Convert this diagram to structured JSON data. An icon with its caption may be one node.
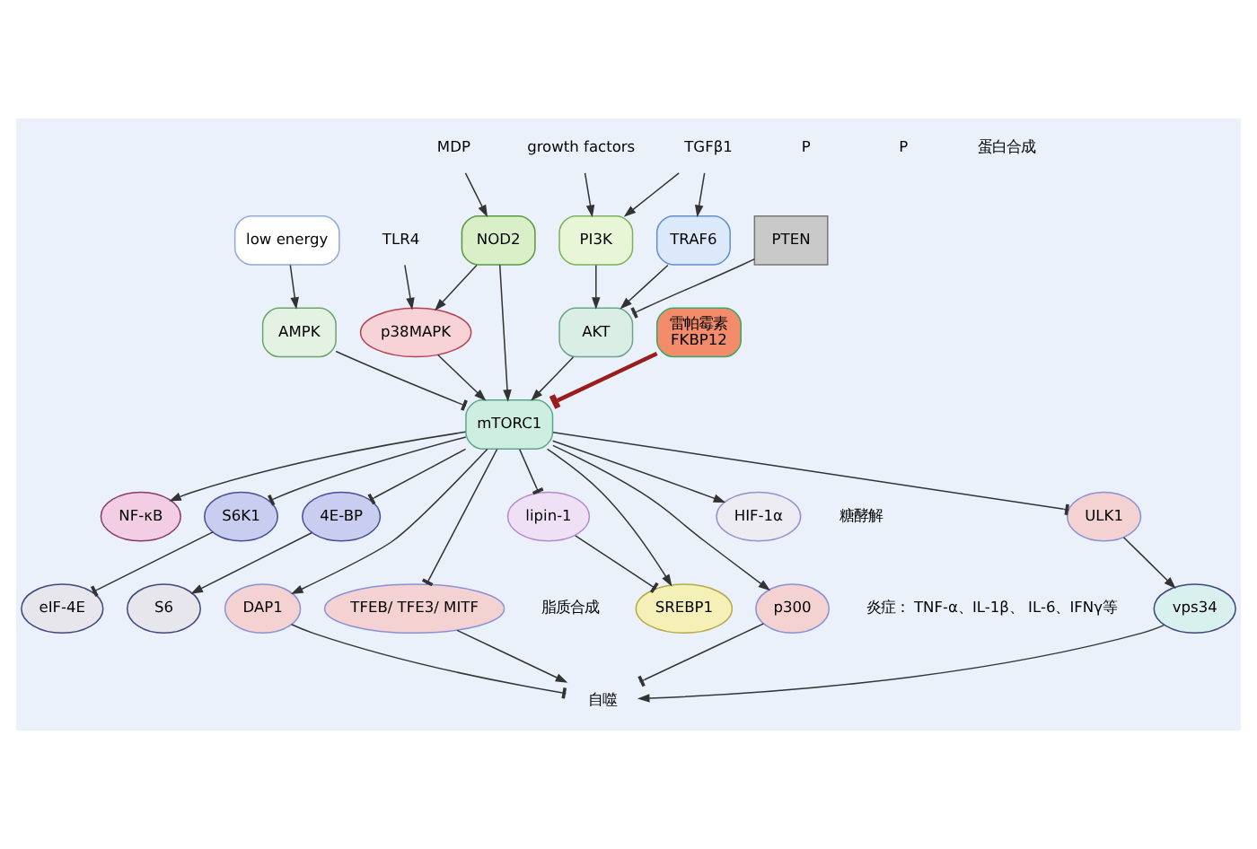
{
  "diagram": {
    "nodes": [
      {
        "text": [
          "low energy"
        ]
      },
      {
        "text": [
          "growth factors"
        ]
      },
      {
        "text": [
          "TGFβ1"
        ]
      },
      {
        "text": [
          "MDP"
        ]
      },
      {
        "text": [
          "TLR4"
        ]
      },
      {
        "text": [
          "AMPK"
        ]
      },
      {
        "text": [
          "PI3K"
        ]
      },
      {
        "text": [
          "TRAF6"
        ]
      },
      {
        "text": [
          "NOD2"
        ]
      },
      {
        "text": [
          "PTEN"
        ]
      },
      {
        "text": [
          "AKT"
        ]
      },
      {
        "text": [
          "p38MAPK"
        ]
      },
      {
        "text": [
          "mTORC1"
        ]
      },
      {
        "text": [
          "雷帕霉素",
          "FKBP12"
        ]
      },
      {
        "text": [
          "HIF-1α"
        ],
        "beside": [
          "糖酵解"
        ]
      },
      {
        "text": [
          "lipin-1"
        ]
      },
      {
        "text": [
          "NF-κB"
        ]
      },
      {
        "text": [
          "SREBP1"
        ],
        "beside": [
          "脂质合成"
        ]
      },
      {
        "text": [
          "S6K1"
        ]
      },
      {
        "text": [
          "4E-BP"
        ]
      },
      {
        "text": [
          "ULK1"
        ]
      },
      {
        "text": [
          "DAP1"
        ]
      },
      {
        "text": [
          "TFEB/ TFE3/ MITF"
        ]
      },
      {
        "text": [
          "p300"
        ],
        "beside": [
          "炎症： TNF-α、IL-1β、 IL-6、IFNγ等"
        ]
      },
      {
        "text": [
          "eIF-4E"
        ]
      },
      {
        "text": [
          "S6"
        ]
      },
      {
        "text": [
          "vps34"
        ]
      },
      {
        "text": [
          "自噬"
        ]
      }
    ],
    "edges": [
      {
        "from": 0,
        "to": 5,
        "arrow": "to"
      },
      {
        "from": 1,
        "to": 6,
        "arrow": "to"
      },
      {
        "from": 2,
        "to": 6,
        "arrow": "to"
      },
      {
        "from": 2,
        "to": 7,
        "arrow": "to"
      },
      {
        "from": 3,
        "to": 8,
        "arrow": "to"
      },
      {
        "from": 4,
        "to": 11,
        "arrow": "to"
      },
      {
        "from": 6,
        "to": 10,
        "arrow": "to"
      },
      {
        "from": 7,
        "to": 10,
        "arrow": "to"
      },
      {
        "from": 9,
        "to": 10,
        "arrow": "other"
      },
      {
        "from": 8,
        "to": 11,
        "arrow": "to"
      },
      {
        "from": 8,
        "to": 12,
        "arrow": "to"
      },
      {
        "from": 5,
        "to": 12,
        "arrow": "other"
      },
      {
        "from": 10,
        "to": 12,
        "arrow": "to"
      },
      {
        "from": 11,
        "to": 12,
        "arrow": "to"
      },
      {
        "from": 13,
        "to": 12,
        "arrow": "other",
        "style": "thick",
        "color": "#9b1c1c"
      },
      {
        "from": 12,
        "to": 14,
        "arrow": "to"
      },
      {
        "from": 12,
        "to": 16,
        "arrow": "to"
      },
      {
        "from": 12,
        "to": 15,
        "arrow": "other"
      },
      {
        "from": 12,
        "to": 17,
        "arrow": "to"
      },
      {
        "from": 15,
        "to": 17,
        "arrow": "other"
      },
      {
        "from": 12,
        "to": 18,
        "arrow": "other"
      },
      {
        "from": 12,
        "to": 19,
        "arrow": "other"
      },
      {
        "from": 12,
        "to": 20,
        "arrow": "other"
      },
      {
        "from": 12,
        "to": 21,
        "arrow": "to"
      },
      {
        "from": 12,
        "to": 22,
        "arrow": "other"
      },
      {
        "from": 12,
        "to": 23,
        "arrow": "to"
      },
      {
        "from": 18,
        "to": 24,
        "arrow": "other"
      },
      {
        "from": 19,
        "to": 25,
        "arrow": "to"
      },
      {
        "from": 20,
        "to": 26,
        "arrow": "to"
      },
      {
        "from": 26,
        "to": 27,
        "arrow": "to"
      },
      {
        "from": 21,
        "to": 27,
        "arrow": "other"
      },
      {
        "from": 22,
        "to": 27,
        "arrow": "to"
      },
      {
        "from": 23,
        "to": 27,
        "arrow": "other"
      }
    ],
    "labels": [
      "P",
      "P",
      "蛋白合成"
    ]
  }
}
